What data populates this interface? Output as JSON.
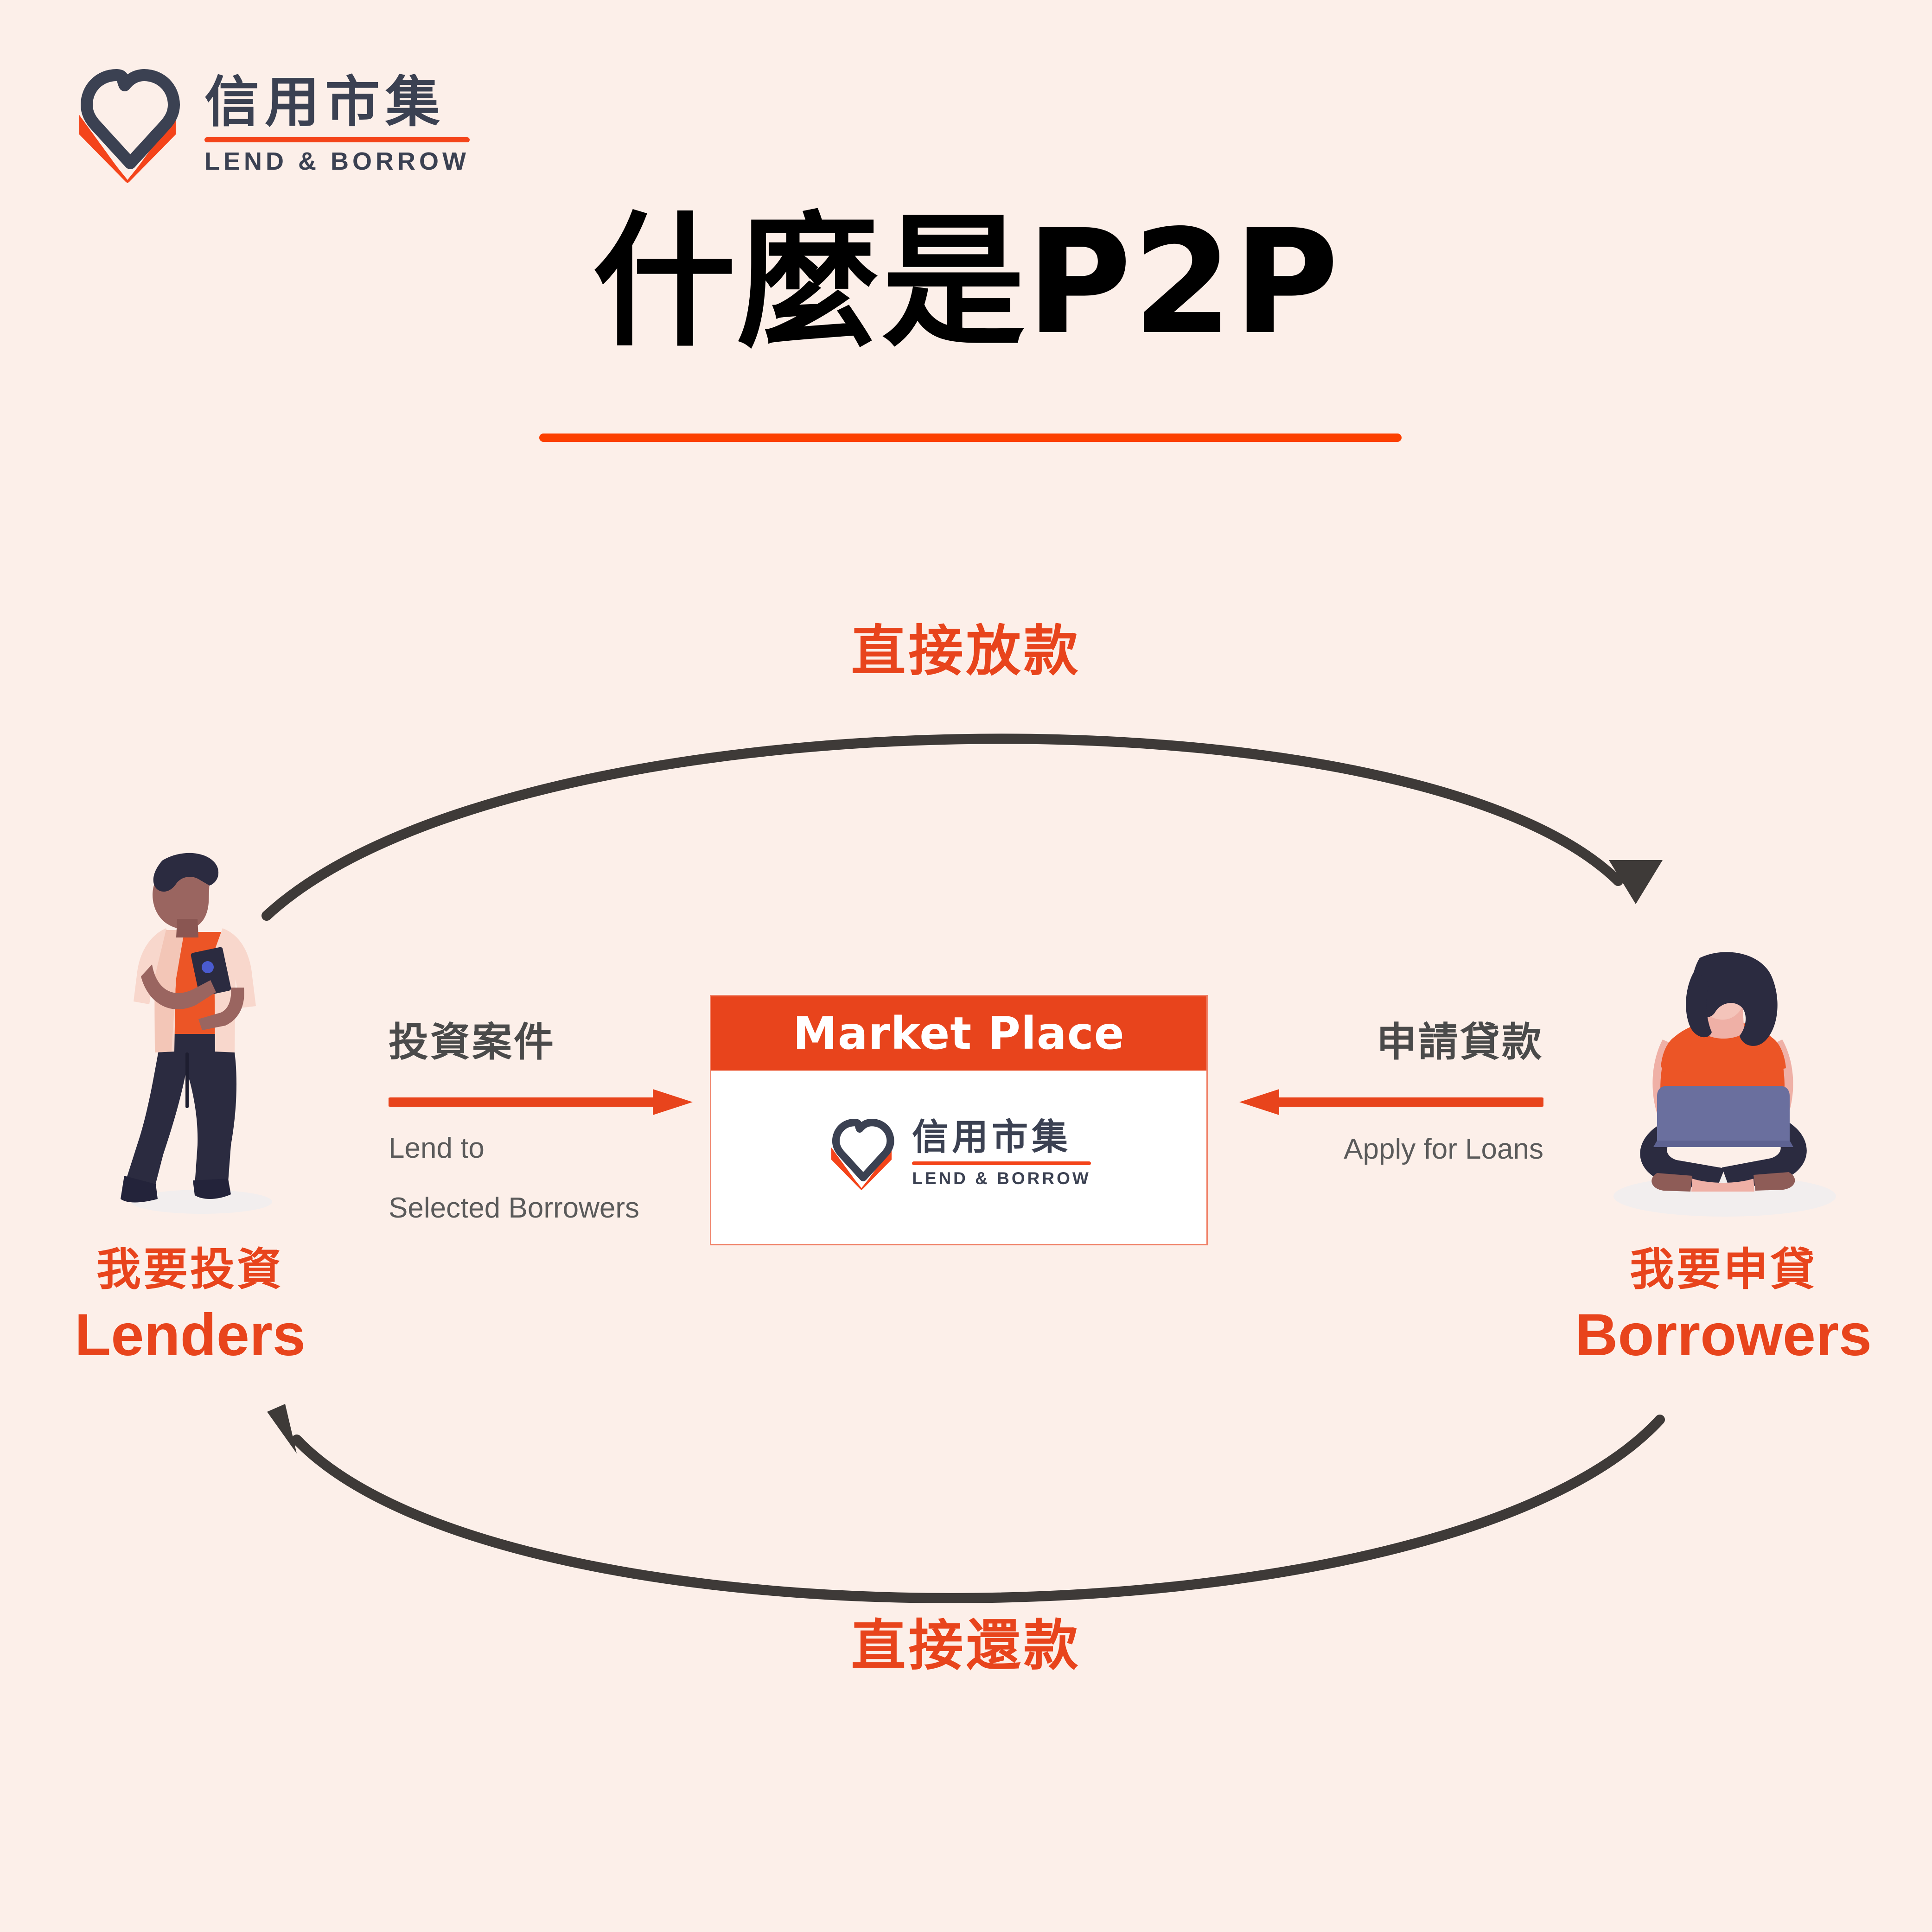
{
  "brand": {
    "name_cn": "信用市集",
    "name_en": "LEND & BORROW"
  },
  "headline": {
    "title": "什麼是P2P"
  },
  "flow_labels": {
    "top_arc": "直接放款",
    "bottom_arc": "直接還款"
  },
  "market_card": {
    "header": "Market Place",
    "logo_cn": "信用市集",
    "logo_en": "LEND & BORROW"
  },
  "left_flow": {
    "cn": "投資案件",
    "en_line1": "Lend to",
    "en_line2": "Selected Borrowers"
  },
  "right_flow": {
    "cn": "申請貸款",
    "en": "Apply for Loans"
  },
  "lender": {
    "cn": "我要投資",
    "en": "Lenders"
  },
  "borrower": {
    "cn": "我要申貸",
    "en": "Borrowers"
  },
  "colors": {
    "background": "#FCEFE9",
    "accent_orange": "#E8441C",
    "bright_orange": "#FC4000",
    "dark_navy": "#3B4152",
    "arc_gray": "#3E3A38",
    "body_gray": "#4A4A4A"
  },
  "icons": {
    "brand_mark": "heart-b-logo-icon",
    "top_arc": "curved-arrow-right-icon",
    "bottom_arc": "curved-arrow-left-icon",
    "left_arrow": "arrow-right-icon",
    "right_arrow": "arrow-left-icon",
    "lender_avatar": "person-standing-with-phone-illustration",
    "borrower_avatar": "person-sitting-with-laptop-illustration"
  }
}
